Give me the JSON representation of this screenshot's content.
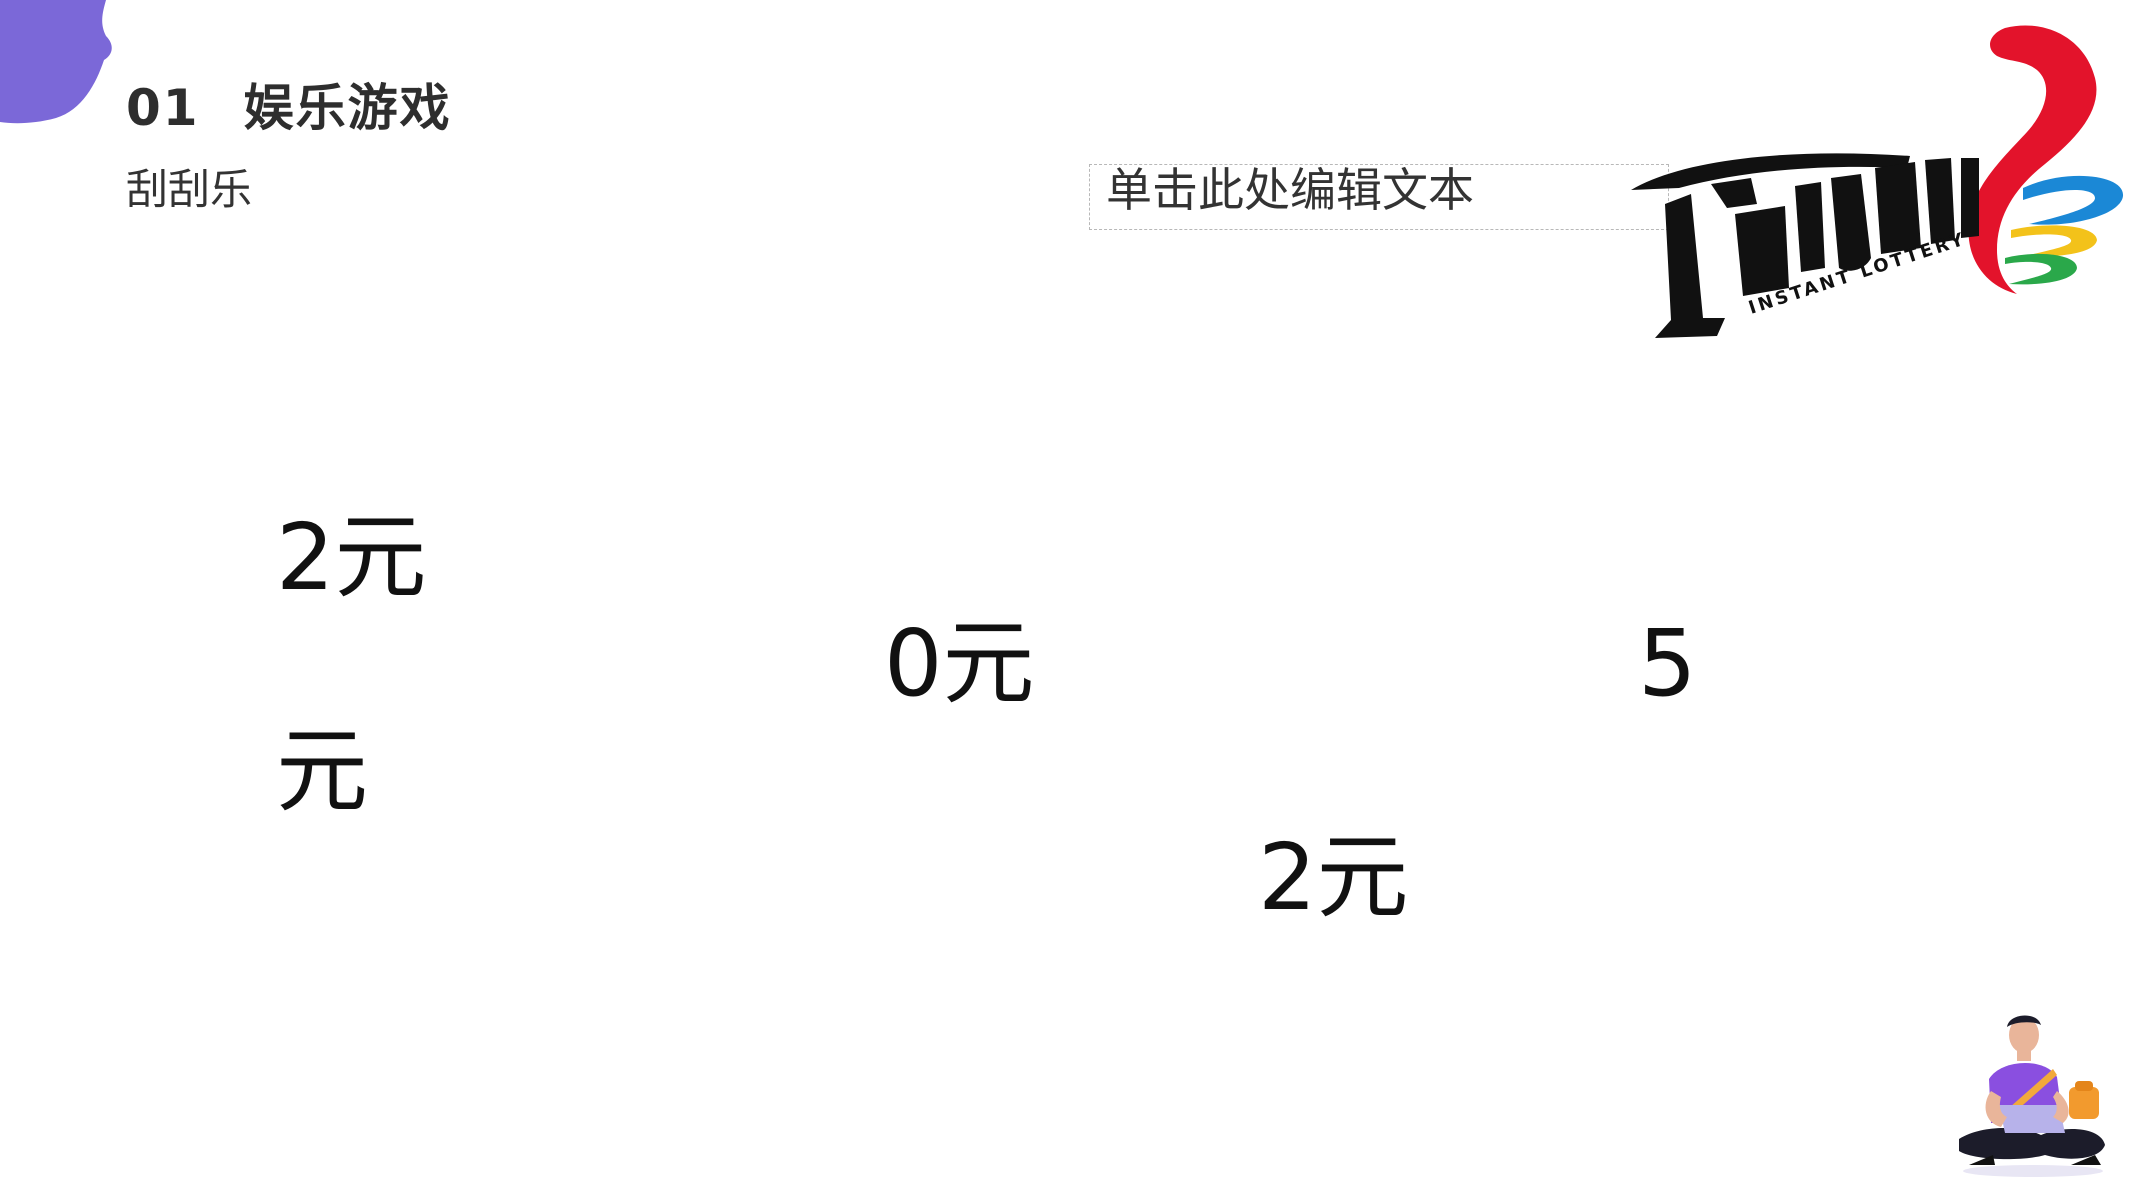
{
  "header": {
    "section_number": "01",
    "section_title": "娱乐游戏",
    "subtitle": "刮刮乐"
  },
  "placeholder": {
    "text": "单击此处编辑文本"
  },
  "logo": {
    "wordmark": "顶呱刮",
    "tagline": "INSTANT LOTTERY"
  },
  "prizes": [
    {
      "label": "2元"
    },
    {
      "label": "元"
    },
    {
      "label": "0元"
    },
    {
      "label": "5"
    },
    {
      "label": "2元"
    }
  ],
  "colors": {
    "accent_purple": "#7b68d8",
    "logo_red": "#e3132b",
    "logo_blue": "#1b88d6",
    "logo_green": "#2aa84a",
    "logo_yellow": "#f3c21a",
    "logo_black": "#111111"
  }
}
